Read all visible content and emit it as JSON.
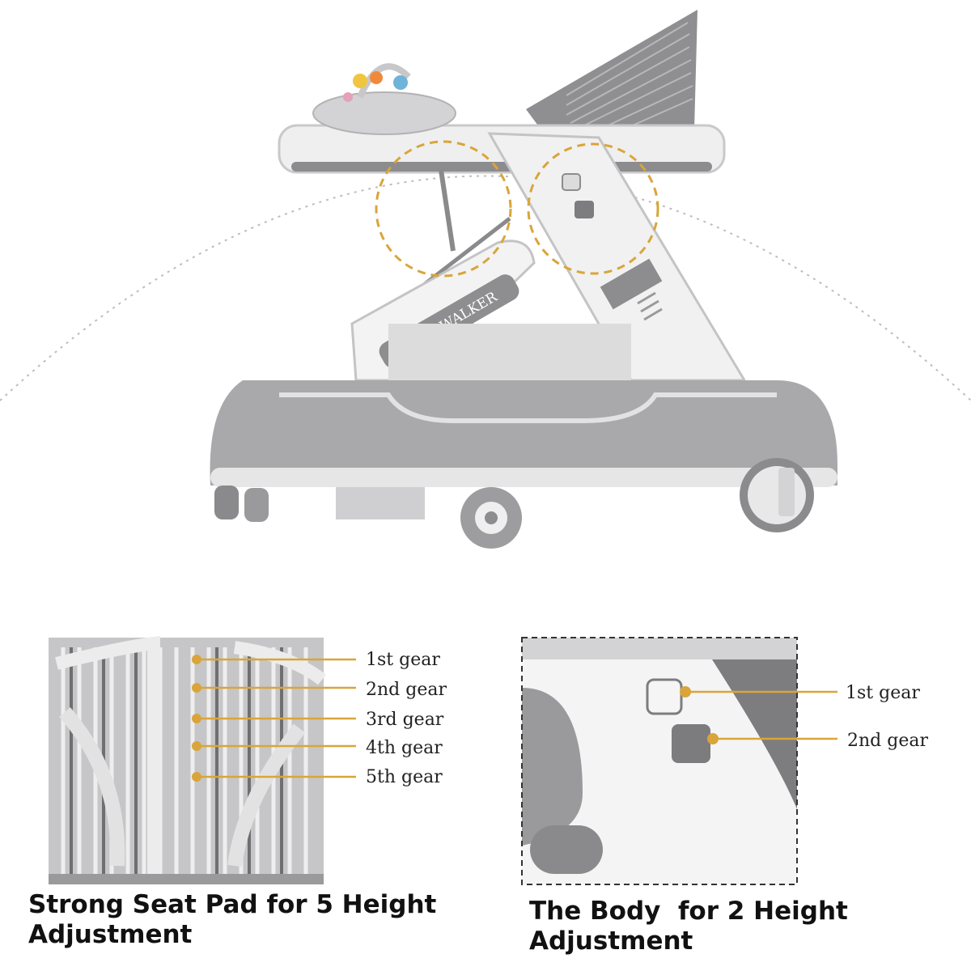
{
  "product": {
    "brand_text": "BABY WALKER"
  },
  "panels": {
    "seat_pad": {
      "gears": [
        "1st gear",
        "2nd gear",
        "3rd gear",
        "4th gear",
        "5th gear"
      ],
      "caption_line1": "Strong Seat Pad for 5 Height",
      "caption_line2": "Adjustment"
    },
    "body": {
      "gears": [
        "1st gear",
        "2nd gear"
      ],
      "caption_line1": "The Body  for 2 Height",
      "caption_line2": "Adjustment"
    }
  },
  "colors": {
    "accent": "#d9a53a",
    "body": "#a9a9ab",
    "light": "#ececed",
    "dark": "#6f6f72"
  }
}
